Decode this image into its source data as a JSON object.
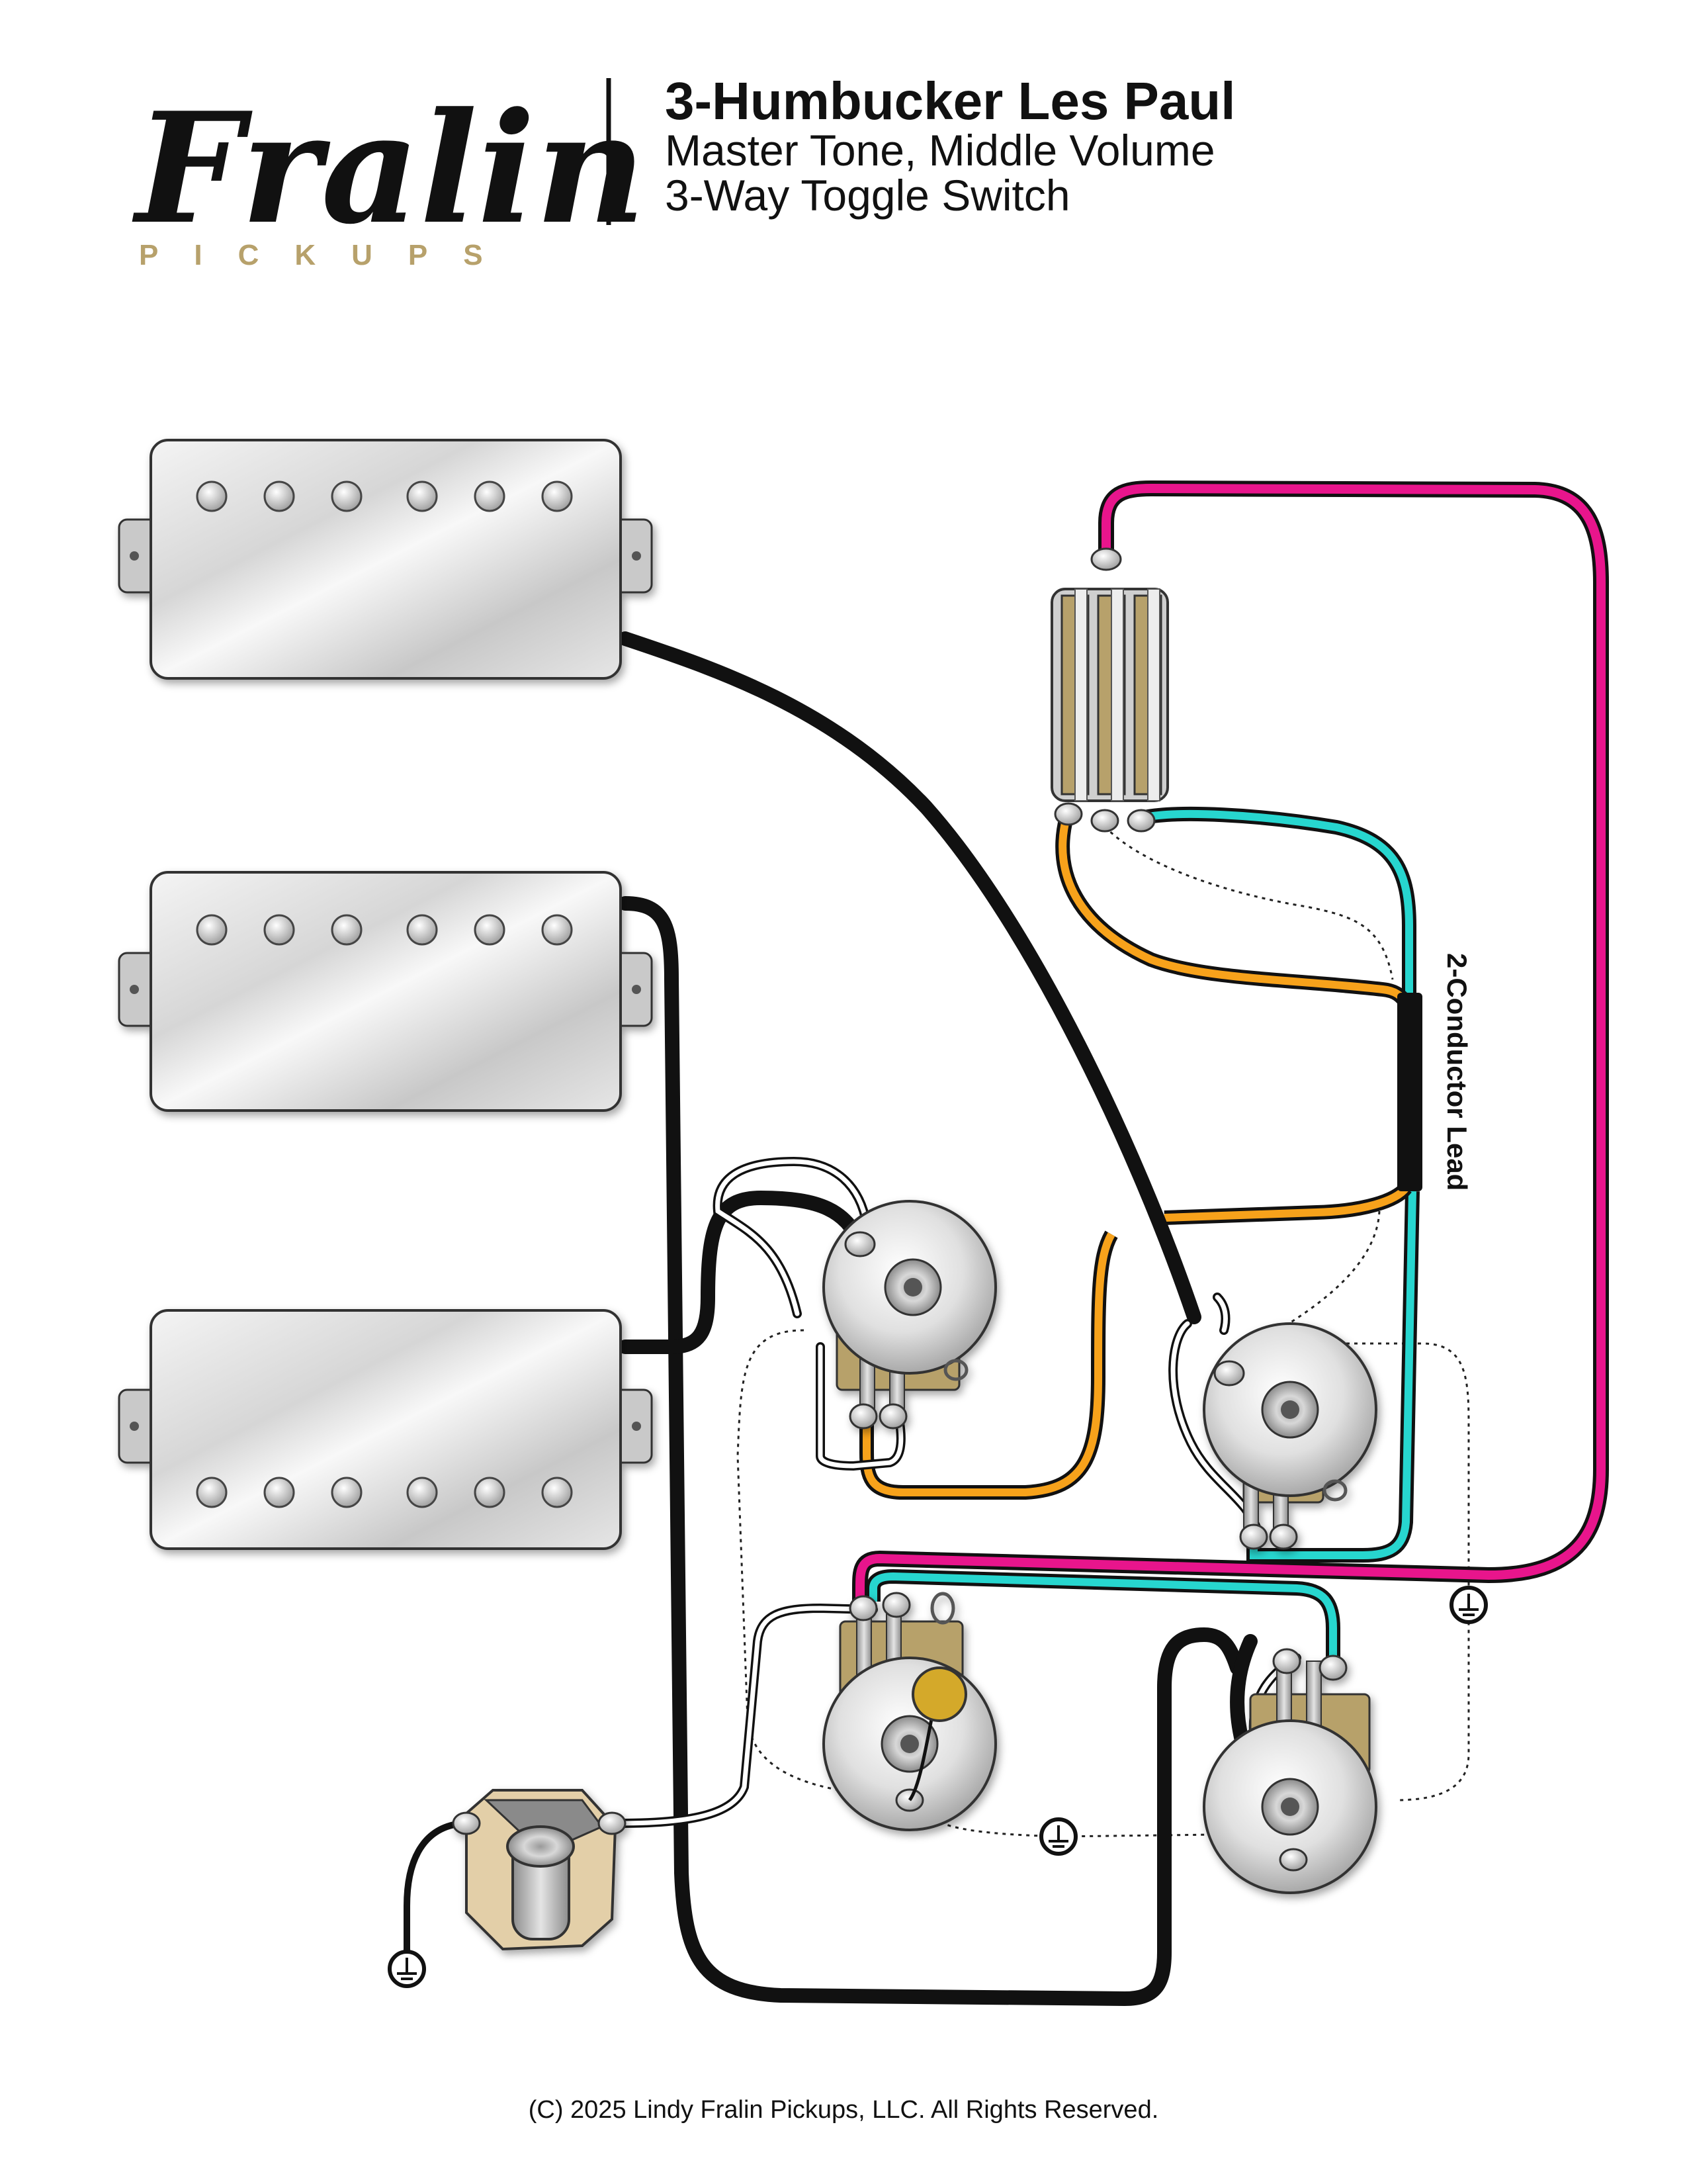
{
  "brand": {
    "name": "Fralin",
    "sub": "PICKUPS"
  },
  "header": {
    "title": "3-Humbucker Les Paul",
    "line2": "Master Tone, Middle Volume",
    "line3": "3-Way Toggle Switch"
  },
  "labels": {
    "lead": "2-Conductor Lead"
  },
  "footer": {
    "copyright": "(C) 2025 Lindy Fralin Pickups, LLC. All Rights Reserved."
  },
  "colors": {
    "hot_wire": "#e8158c",
    "cyan_wire": "#27d6cf",
    "orange_wire": "#f7a21b",
    "ground_wire": "#111111",
    "gold": "#b7a16b",
    "capacitor": "#d4a92a"
  }
}
